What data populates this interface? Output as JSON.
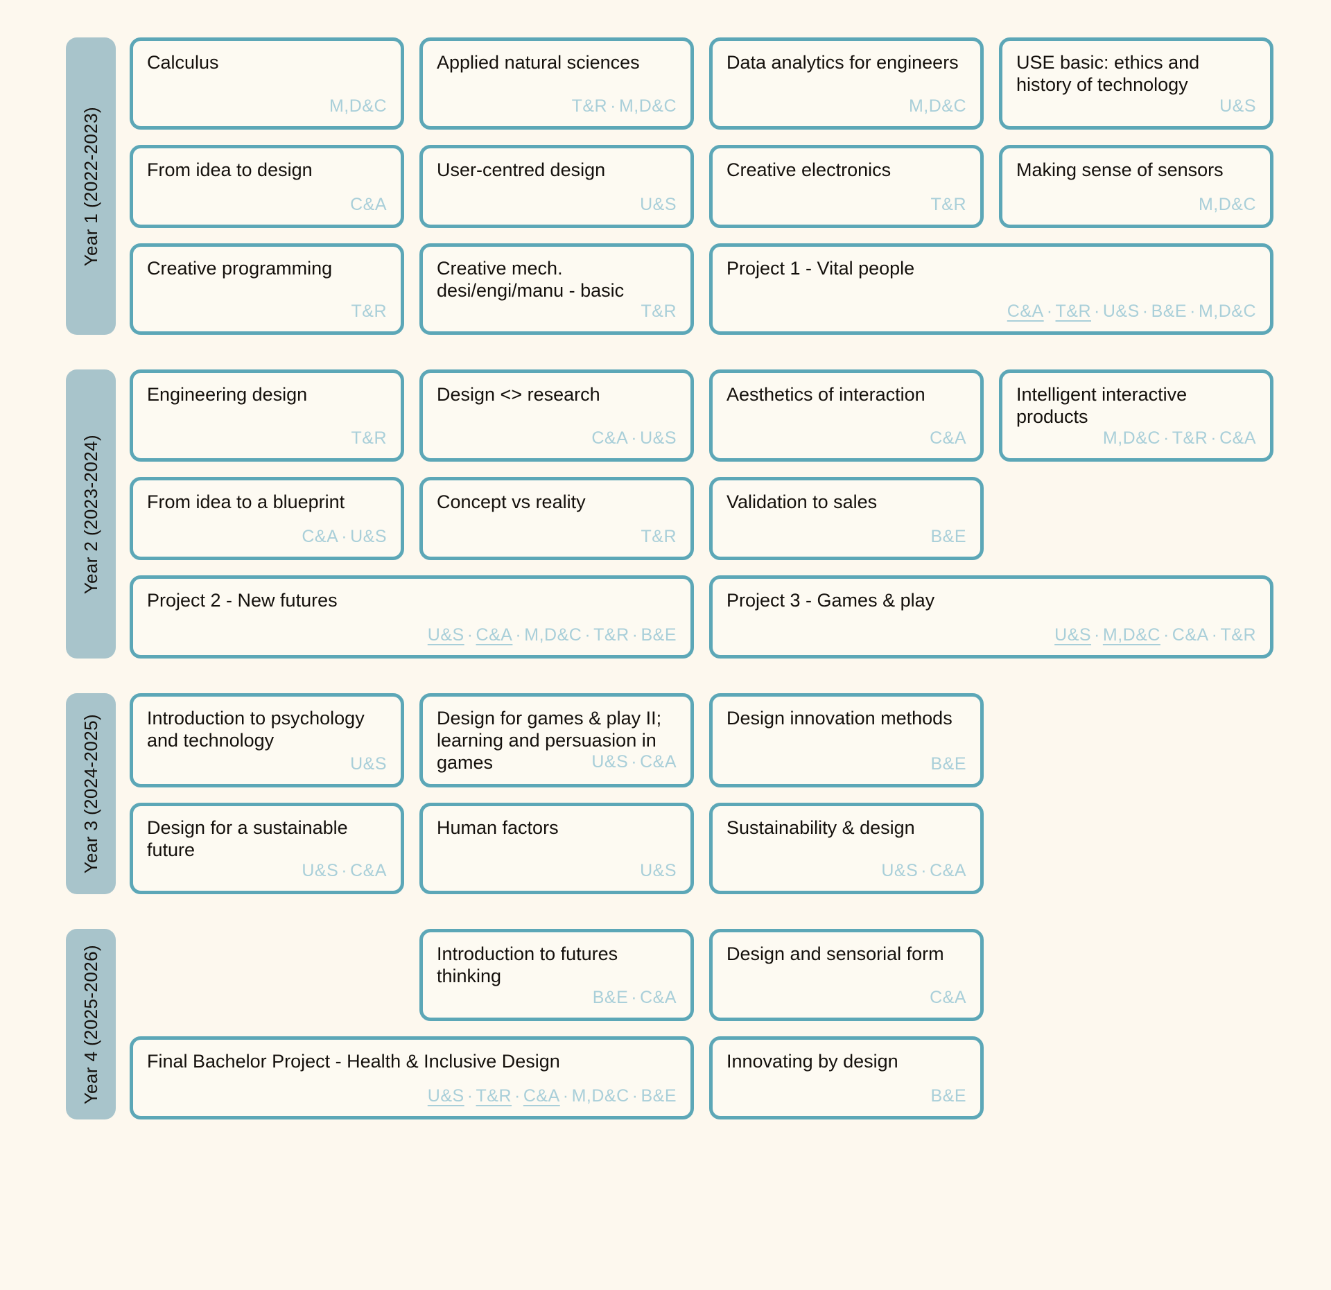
{
  "meta": {
    "accent_border": "#5ca7b7",
    "year_label_bg": "#a8c4cb",
    "page_bg": "#fdf8ee",
    "card_bg": "#fdfaf2",
    "tag_color": "#a9cfd9",
    "title_color": "#14100c",
    "tag_separator": "·"
  },
  "years": [
    {
      "label": "Year 1 (2022-2023)",
      "rows": [
        [
          {
            "title": "Calculus",
            "span": 1,
            "tags": [
              {
                "text": "M,D&C",
                "underline": false
              }
            ]
          },
          {
            "title": "Applied natural sciences",
            "span": 1,
            "tags": [
              {
                "text": "T&R",
                "underline": false
              },
              {
                "text": "M,D&C",
                "underline": false
              }
            ]
          },
          {
            "title": "Data analytics for engineers",
            "span": 1,
            "tags": [
              {
                "text": "M,D&C",
                "underline": false
              }
            ]
          },
          {
            "title": "USE basic: ethics and history of technology",
            "span": 1,
            "tags": [
              {
                "text": "U&S",
                "underline": false
              }
            ]
          }
        ],
        [
          {
            "title": "From idea to design",
            "span": 1,
            "tags": [
              {
                "text": "C&A",
                "underline": false
              }
            ]
          },
          {
            "title": "User-centred design",
            "span": 1,
            "tags": [
              {
                "text": "U&S",
                "underline": false
              }
            ]
          },
          {
            "title": "Creative electronics",
            "span": 1,
            "tags": [
              {
                "text": "T&R",
                "underline": false
              }
            ]
          },
          {
            "title": "Making sense of sensors",
            "span": 1,
            "tags": [
              {
                "text": "M,D&C",
                "underline": false
              }
            ]
          }
        ],
        [
          {
            "title": "Creative programming",
            "span": 1,
            "tags": [
              {
                "text": "T&R",
                "underline": false
              }
            ]
          },
          {
            "title": "Creative mech. desi/engi/manu - basic",
            "span": 1,
            "tags": [
              {
                "text": "T&R",
                "underline": false
              }
            ]
          },
          {
            "title": "Project 1 - Vital people",
            "span": 2,
            "tags": [
              {
                "text": "C&A",
                "underline": true
              },
              {
                "text": "T&R",
                "underline": true
              },
              {
                "text": "U&S",
                "underline": false
              },
              {
                "text": "B&E",
                "underline": false
              },
              {
                "text": "M,D&C",
                "underline": false
              }
            ]
          }
        ]
      ]
    },
    {
      "label": "Year 2 (2023-2024)",
      "rows": [
        [
          {
            "title": "Engineering design",
            "span": 1,
            "tags": [
              {
                "text": "T&R",
                "underline": false
              }
            ]
          },
          {
            "title": "Design <> research",
            "span": 1,
            "tags": [
              {
                "text": "C&A",
                "underline": false
              },
              {
                "text": "U&S",
                "underline": false
              }
            ]
          },
          {
            "title": "Aesthetics of interaction",
            "span": 1,
            "tags": [
              {
                "text": "C&A",
                "underline": false
              }
            ]
          },
          {
            "title": "Intelligent interactive products",
            "span": 1,
            "tags": [
              {
                "text": "M,D&C",
                "underline": false
              },
              {
                "text": "T&R",
                "underline": false
              },
              {
                "text": "C&A",
                "underline": false
              }
            ]
          }
        ],
        [
          {
            "title": "From idea to a blueprint",
            "span": 1,
            "tags": [
              {
                "text": "C&A",
                "underline": false
              },
              {
                "text": "U&S",
                "underline": false
              }
            ]
          },
          {
            "title": "Concept vs reality",
            "span": 1,
            "tags": [
              {
                "text": "T&R",
                "underline": false
              }
            ]
          },
          {
            "title": "Validation to sales",
            "span": 1,
            "tags": [
              {
                "text": "B&E",
                "underline": false
              }
            ]
          }
        ],
        [
          {
            "title": "Project 2 - New futures",
            "span": 2,
            "tags": [
              {
                "text": "U&S",
                "underline": true
              },
              {
                "text": "C&A",
                "underline": true
              },
              {
                "text": "M,D&C",
                "underline": false
              },
              {
                "text": "T&R",
                "underline": false
              },
              {
                "text": "B&E",
                "underline": false
              }
            ]
          },
          {
            "title": "Project 3 - Games & play",
            "span": 2,
            "tags": [
              {
                "text": "U&S",
                "underline": true
              },
              {
                "text": "M,D&C",
                "underline": true
              },
              {
                "text": "C&A",
                "underline": false
              },
              {
                "text": "T&R",
                "underline": false
              }
            ]
          }
        ]
      ]
    },
    {
      "label": "Year 3 (2024-2025)",
      "rows": [
        [
          {
            "title": "Introduction to psychology and technology",
            "span": 1,
            "tags": [
              {
                "text": "U&S",
                "underline": false
              }
            ]
          },
          {
            "title": "Design for games & play II; learning and persuasion in games",
            "span": 1,
            "inline": true,
            "tags": [
              {
                "text": "U&S",
                "underline": false
              },
              {
                "text": "C&A",
                "underline": false
              }
            ]
          },
          {
            "title": "Design innovation methods",
            "span": 1,
            "tags": [
              {
                "text": "B&E",
                "underline": false
              }
            ]
          }
        ],
        [
          {
            "title": "Design for a sustainable future",
            "span": 1,
            "tags": [
              {
                "text": "U&S",
                "underline": false
              },
              {
                "text": "C&A",
                "underline": false
              }
            ]
          },
          {
            "title": "Human factors",
            "span": 1,
            "tags": [
              {
                "text": "U&S",
                "underline": false
              }
            ]
          },
          {
            "title": "Sustainability & design",
            "span": 1,
            "tags": [
              {
                "text": "U&S",
                "underline": false
              },
              {
                "text": "C&A",
                "underline": false
              }
            ]
          }
        ]
      ]
    },
    {
      "label": "Year 4 (2025-2026)",
      "rows": [
        [
          {
            "empty": true,
            "span": 1
          },
          {
            "title": "Introduction to futures thinking",
            "span": 1,
            "tags": [
              {
                "text": "B&E",
                "underline": false
              },
              {
                "text": "C&A",
                "underline": false
              }
            ]
          },
          {
            "title": "Design and sensorial form",
            "span": 1,
            "tags": [
              {
                "text": "C&A",
                "underline": false
              }
            ]
          }
        ],
        [
          {
            "title": "Final Bachelor Project - Health & Inclusive Design",
            "span": 2,
            "tags": [
              {
                "text": "U&S",
                "underline": true
              },
              {
                "text": "T&R",
                "underline": true
              },
              {
                "text": "C&A",
                "underline": true
              },
              {
                "text": "M,D&C",
                "underline": false
              },
              {
                "text": "B&E",
                "underline": false
              }
            ]
          },
          {
            "title": "Innovating by design",
            "span": 1,
            "tags": [
              {
                "text": "B&E",
                "underline": false
              }
            ]
          }
        ]
      ]
    }
  ]
}
